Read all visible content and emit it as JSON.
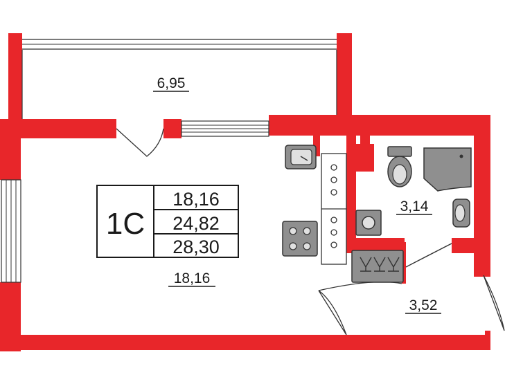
{
  "plan": {
    "apartment_type": "1С",
    "areas": {
      "living": "18,16",
      "total": "24,82",
      "total_with_balcony": "28,30"
    },
    "rooms": {
      "balcony": "6,95",
      "main_room": "18,16",
      "bathroom": "3,14",
      "hallway": "3,52"
    },
    "colors": {
      "walls": "#e8262a",
      "fixtures": "#8f8f8f",
      "outline": "#333333"
    }
  }
}
